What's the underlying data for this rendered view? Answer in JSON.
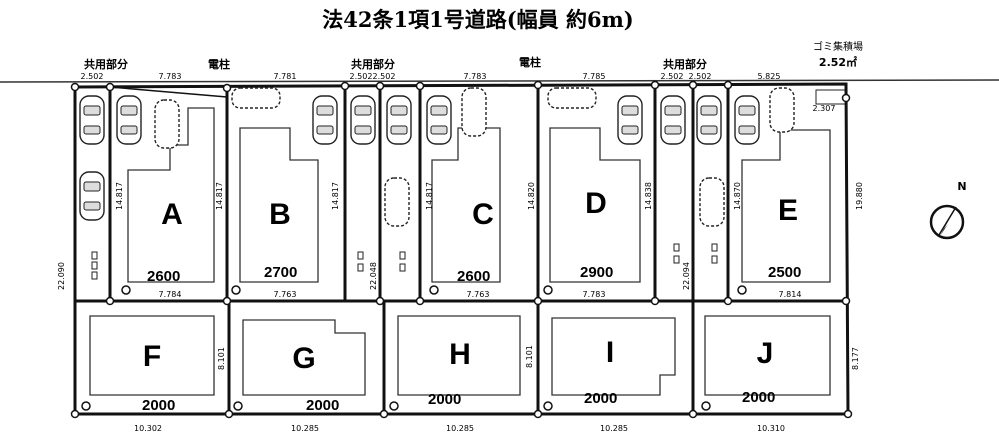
{
  "title": "法42条1項1号道路(幅員 約6m)",
  "annotations": {
    "shared_label": "共用部分",
    "pole_label": "電柱",
    "station_label": "ゴミ集積場",
    "station_area": "2.52㎡",
    "north": "N"
  },
  "top_dims": {
    "shared": "2.502",
    "A": "7.783",
    "B": "7.781",
    "C": "7.783",
    "D": "7.785",
    "E": "5.825",
    "E_small": "2.307"
  },
  "bottom_dims": [
    "10.302",
    "10.285",
    "10.285",
    "10.285",
    "10.310"
  ],
  "mid_dims": {
    "A": "7.784",
    "B": "7.763",
    "C": "7.763",
    "D": "7.783",
    "E": "7.814"
  },
  "side_dims": {
    "left_total": "22.090",
    "right_total": "19.880",
    "A_left": "14.817",
    "A_right": "14.817",
    "B_right": "14.817",
    "C_left": "14.817",
    "C_right": "14.820",
    "D_right": "14.838",
    "E_left": "14.870",
    "B_mid": "22.048",
    "E_mid": "22.094",
    "F": "8.101",
    "H": "8.101",
    "J": "8.177"
  },
  "lots": [
    {
      "id": "A",
      "price": "2600"
    },
    {
      "id": "B",
      "price": "2700"
    },
    {
      "id": "C",
      "price": "2600"
    },
    {
      "id": "D",
      "price": "2900"
    },
    {
      "id": "E",
      "price": "2500"
    },
    {
      "id": "F",
      "price": "2000"
    },
    {
      "id": "G",
      "price": "2000"
    },
    {
      "id": "H",
      "price": "2000"
    },
    {
      "id": "I",
      "price": "2000"
    },
    {
      "id": "J",
      "price": "2000"
    }
  ]
}
